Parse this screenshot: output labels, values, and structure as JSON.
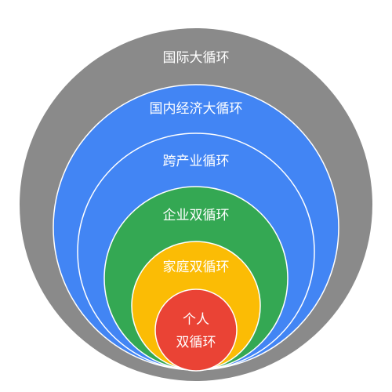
{
  "diagram": {
    "rings": [
      {
        "label": "国际大循环",
        "color": "#8a8a8a"
      },
      {
        "label": "国内经济大循环",
        "color": "#4285f4"
      },
      {
        "label": "跨产业循环",
        "color": "#4285f4"
      },
      {
        "label": "企业双循环",
        "color": "#34a853"
      },
      {
        "label": "家庭双循环",
        "color": "#fbbc05"
      },
      {
        "label_line1": "个人",
        "label_line2": "双循环",
        "color": "#ea4335"
      }
    ],
    "ring_border_color": "#ffffff"
  }
}
